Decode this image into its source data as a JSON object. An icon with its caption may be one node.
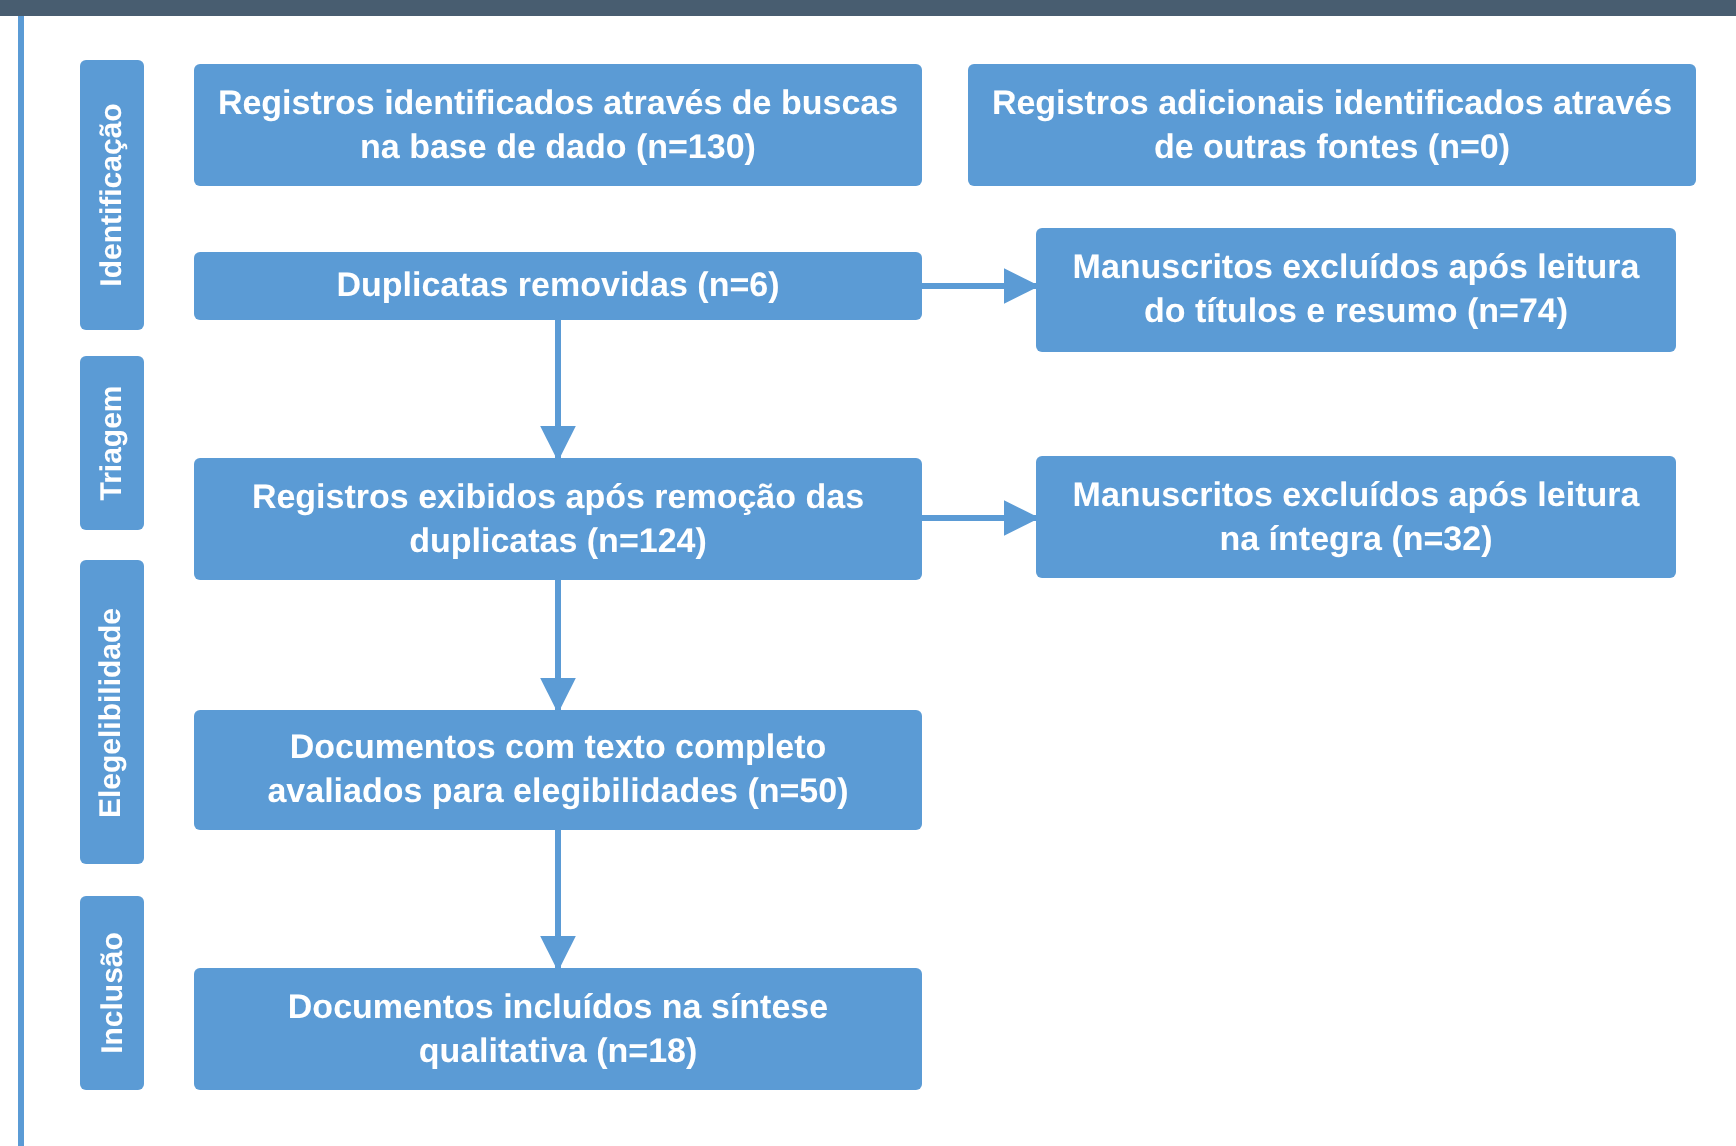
{
  "diagram": {
    "nodes": [
      {
        "text": [
          "Identificação"
        ]
      },
      {
        "text": [
          "Registros identificados através de buscas na base de dado (n=130)"
        ]
      },
      {
        "text": [
          "Registros adicionais identificados através de outras fontes (n=0)"
        ]
      },
      {
        "text": [
          "Duplicatas removidas (n=6)"
        ]
      },
      {
        "text": [
          "Manuscritos excluídos após leitura do títulos e resumo (n=74)"
        ]
      },
      {
        "text": [
          "Triagem"
        ]
      },
      {
        "text": [
          "Registros exibidos após remoção das duplicatas (n=124)"
        ]
      },
      {
        "text": [
          "Manuscritos excluídos após leitura na íntegra (n=32)"
        ]
      },
      {
        "text": [
          "Elegelibilidade"
        ]
      },
      {
        "text": [
          "Documentos com texto completo avaliados para elegibilidades (n=50)"
        ]
      },
      {
        "text": [
          "Inclusão"
        ]
      },
      {
        "text": [
          "Documentos incluídos na síntese qualitativa (n=18)"
        ]
      }
    ],
    "edges": [
      {
        "from": 3,
        "to": 4,
        "arrow": "to"
      },
      {
        "from": 3,
        "to": 6,
        "arrow": "to"
      },
      {
        "from": 6,
        "to": 7,
        "arrow": "to"
      },
      {
        "from": 6,
        "to": 9,
        "arrow": "to"
      },
      {
        "from": 9,
        "to": 11,
        "arrow": "to"
      }
    ]
  }
}
